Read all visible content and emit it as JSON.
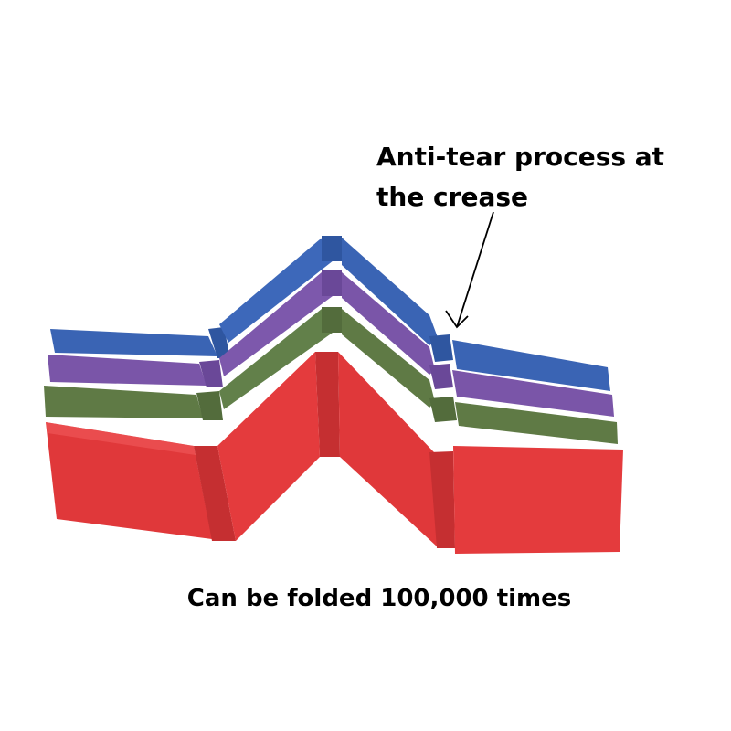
{
  "callout": {
    "line1": "Anti-tear process at",
    "line2": "the crease"
  },
  "caption": "Can be folded 100,000 times",
  "mat_layers": [
    {
      "name": "blue",
      "color": "#3a64b4"
    },
    {
      "name": "purple",
      "color": "#7a55a8"
    },
    {
      "name": "green",
      "color": "#5f7a45"
    },
    {
      "name": "red",
      "color": "#e0383a"
    }
  ]
}
